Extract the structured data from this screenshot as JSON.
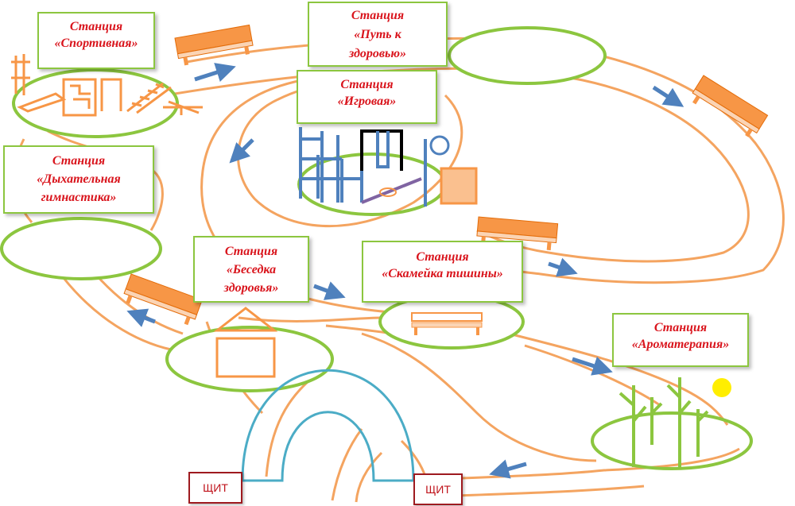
{
  "stations": {
    "sport": {
      "line1": "Станция",
      "line2": "«Спортивная»"
    },
    "health_path": {
      "line1": "Станция",
      "line2": "«Путь к",
      "line3": "здоровью»"
    },
    "game": {
      "line1": "Станция",
      "line2": "«Игровая»"
    },
    "breathing": {
      "line1": "Станция",
      "line2": "«Дыхательная",
      "line3": "гимнастика»"
    },
    "gazebo": {
      "line1": "Станция",
      "line2": "«Беседка",
      "line3": "здоровья»"
    },
    "silence_bench": {
      "line1": "Станция",
      "line2": "«Скамейка тишины»"
    },
    "aroma": {
      "line1": "Станция",
      "line2": "«Ароматерапия»"
    }
  },
  "signs": {
    "left": "ЩИТ",
    "right": "ЩИТ"
  },
  "colors": {
    "path": "#f4a460",
    "zone": "#8cc63f",
    "arrow": "#4f81bd",
    "bench": "#f79646",
    "title_text": "#d9141c",
    "arch": "#4bacc6",
    "sun": "#ffee00",
    "plant": "#8cc63f"
  }
}
